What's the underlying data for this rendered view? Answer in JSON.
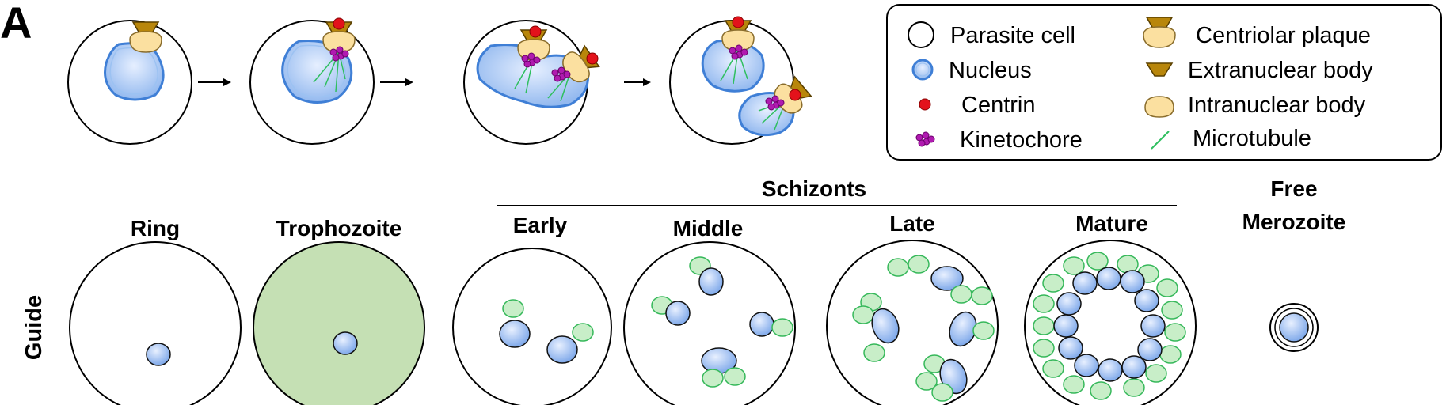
{
  "panel_letter": "A",
  "legend": {
    "items": [
      {
        "label": "Parasite cell",
        "icon": "parasite-cell-icon"
      },
      {
        "label": "Nucleus",
        "icon": "nucleus-icon"
      },
      {
        "label": "Centrin",
        "icon": "centrin-icon"
      },
      {
        "label": "Kinetochore",
        "icon": "kinetochore-icon"
      },
      {
        "label": "Centriolar plaque",
        "icon": "centriolar-plaque-icon"
      },
      {
        "label": "Extranuclear body",
        "icon": "extranuclear-body-icon"
      },
      {
        "label": "Intranuclear body",
        "icon": "intranuclear-body-icon"
      },
      {
        "label": "Microtubule",
        "icon": "microtubule-icon"
      }
    ]
  },
  "stages": {
    "ring": "Ring",
    "trophozoite": "Trophozoite",
    "schizonts_header": "Schizonts",
    "early": "Early",
    "middle": "Middle",
    "late": "Late",
    "mature": "Mature",
    "free_line1": "Free",
    "free_line2": "Merozoite"
  },
  "row_label": "Guide",
  "colors": {
    "nucleus_fill": "#c9dcf7",
    "nucleus_border": "#3f7fd6",
    "nucleus_inner": "#8db6f0",
    "centrin": "#e3121b",
    "kinetochore": "#b01ab0",
    "plaque_body": "#fbe0a0",
    "extranuclear": "#b8860b",
    "microtubule": "#2fbf5f",
    "merozoite_green": "#c8eec8",
    "trophozoite_fill": "#c5e0b4"
  }
}
